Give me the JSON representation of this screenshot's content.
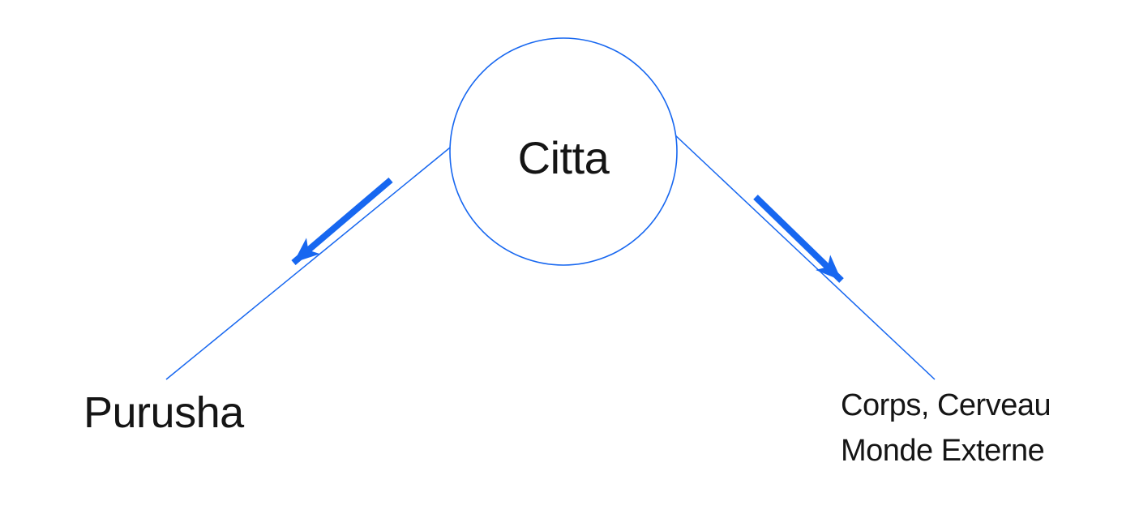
{
  "diagram": {
    "type": "concept-diagram",
    "colors": {
      "accent_blue": "#1767F0",
      "text": "#151515",
      "background": "#FFFFFF"
    },
    "center_node": {
      "label": "Citta",
      "shape": "circle"
    },
    "left_node": {
      "label": "Purusha"
    },
    "right_node": {
      "label_line1": "Corps, Cerveau",
      "label_line2": "Monde Externe"
    },
    "edges": [
      {
        "from": "Citta",
        "to": "Purusha",
        "direction": "down-left",
        "style": "thin connector line with thick arrow alongside"
      },
      {
        "from": "Citta",
        "to": "Corps, Cerveau Monde Externe",
        "direction": "down-right",
        "style": "thin connector line with thick arrow alongside"
      }
    ]
  }
}
